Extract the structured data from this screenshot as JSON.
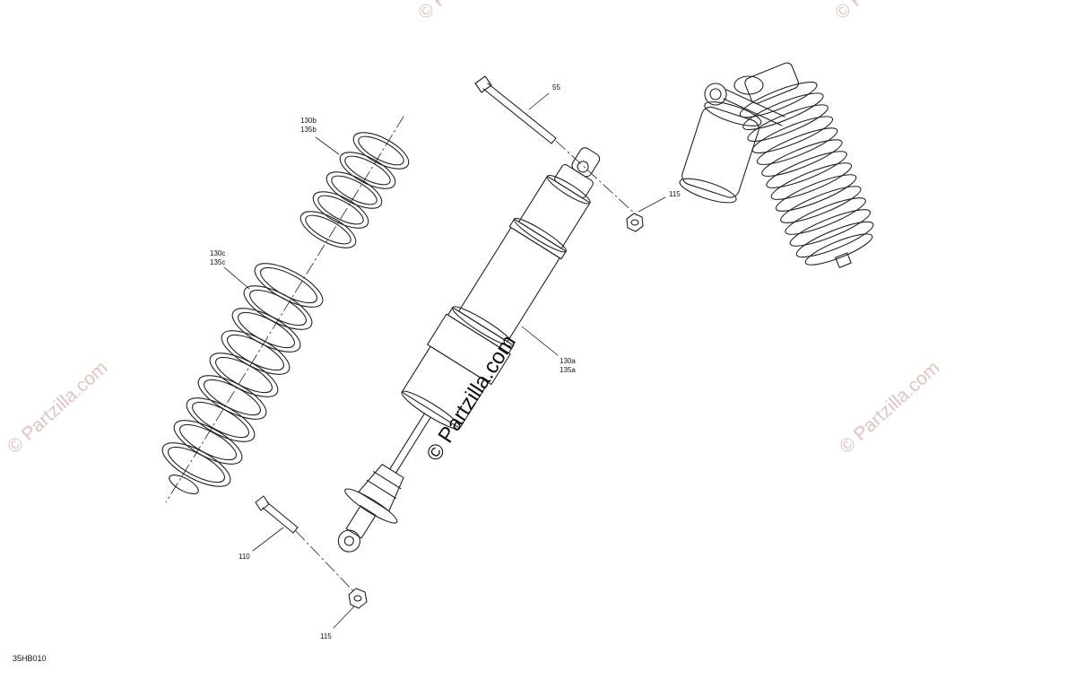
{
  "diagram": {
    "code": "35HB010",
    "watermark": "© Partzilla.com",
    "callouts": {
      "c55": "55",
      "c115_top": "115",
      "c130b": "130b",
      "c135b": "135b",
      "c130c": "130c",
      "c135c": "135c",
      "c130a": "130a",
      "c135a": "135a",
      "c110": "110",
      "c115_bottom": "115"
    }
  }
}
